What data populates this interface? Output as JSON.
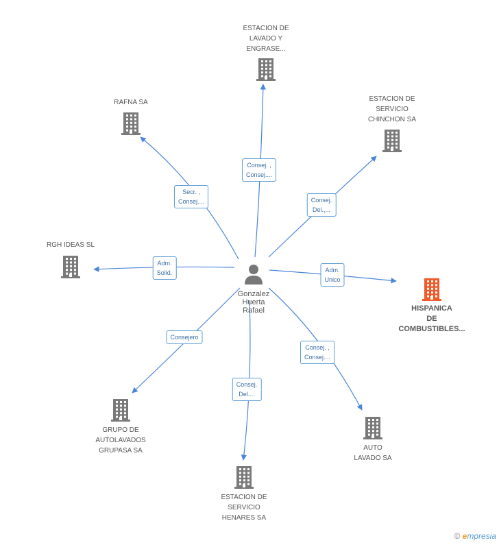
{
  "center": {
    "lines": [
      "Gonzalez",
      "Huerta",
      "Rafael"
    ]
  },
  "companies": [
    {
      "id": "estacion-lavado",
      "lines": [
        "ESTACION DE",
        "LAVADO Y",
        "ENGRASE..."
      ],
      "roles": [
        "Consej. ,",
        "Consej...."
      ],
      "highlight": false
    },
    {
      "id": "rafna",
      "lines": [
        "RAFNA SA"
      ],
      "roles": [
        "Secr. ,",
        "Consej...."
      ],
      "highlight": false
    },
    {
      "id": "estacion-chinchon",
      "lines": [
        "ESTACION DE",
        "SERVICIO",
        "CHINCHON SA"
      ],
      "roles": [
        "Consej.",
        "Del.,..."
      ],
      "highlight": false
    },
    {
      "id": "rgh-ideas",
      "lines": [
        "RGH IDEAS  SL"
      ],
      "roles": [
        "Adm.",
        "Solid."
      ],
      "highlight": false
    },
    {
      "id": "hispanica",
      "lines": [
        "HISPANICA",
        "DE",
        "COMBUSTIBLES..."
      ],
      "roles": [
        "Adm.",
        "Unico"
      ],
      "highlight": true
    },
    {
      "id": "grupo-autolavados",
      "lines": [
        "GRUPO DE",
        "AUTOLAVADOS",
        "GRUPASA SA"
      ],
      "roles": [
        "Consejero"
      ],
      "highlight": false
    },
    {
      "id": "auto-lavado",
      "lines": [
        "AUTO",
        "LAVADO SA"
      ],
      "roles": [
        "Consej. ,",
        "Consej...."
      ],
      "highlight": false
    },
    {
      "id": "estacion-henares",
      "lines": [
        "ESTACION DE",
        "SERVICIO",
        "HENARES SA"
      ],
      "roles": [
        "Consej.",
        "Del...."
      ],
      "highlight": false
    }
  ],
  "colors": {
    "edge": "#4a86d8",
    "building": "#7a7a7a",
    "building_highlight": "#f05a28",
    "person": "#777777"
  },
  "watermark": {
    "copyright": "©",
    "brand_initial": "e",
    "brand_rest": "mpresia"
  }
}
